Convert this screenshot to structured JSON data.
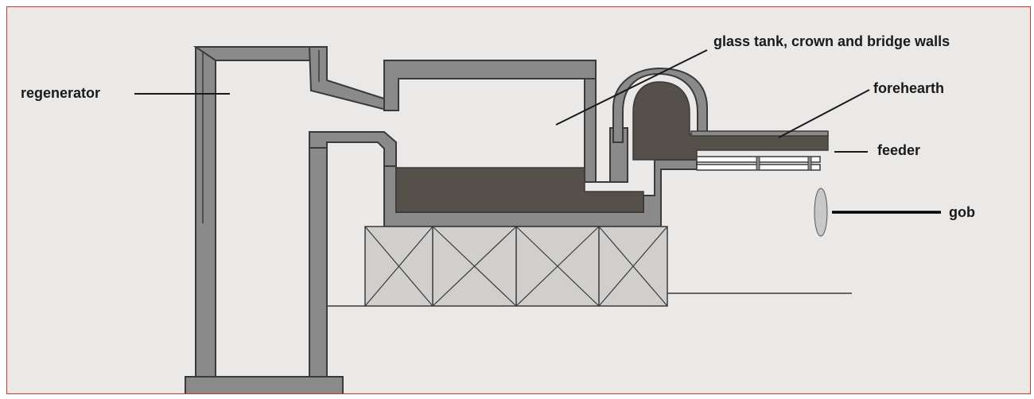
{
  "labels": {
    "regenerator": "regenerator",
    "glass_tank": "glass tank, crown and bridge walls",
    "forehearth": "forehearth",
    "feeder": "feeder",
    "gob": "gob"
  },
  "colors": {
    "frame_border": "#c0392b",
    "background": "#ebe9e8",
    "wall_outer": "#3a3a3a",
    "wall_fill": "#8a8a8a",
    "molten_glass": "#555049",
    "crosshatch_fill": "#d0cfce",
    "gob_fill": "#c8c8c8"
  }
}
